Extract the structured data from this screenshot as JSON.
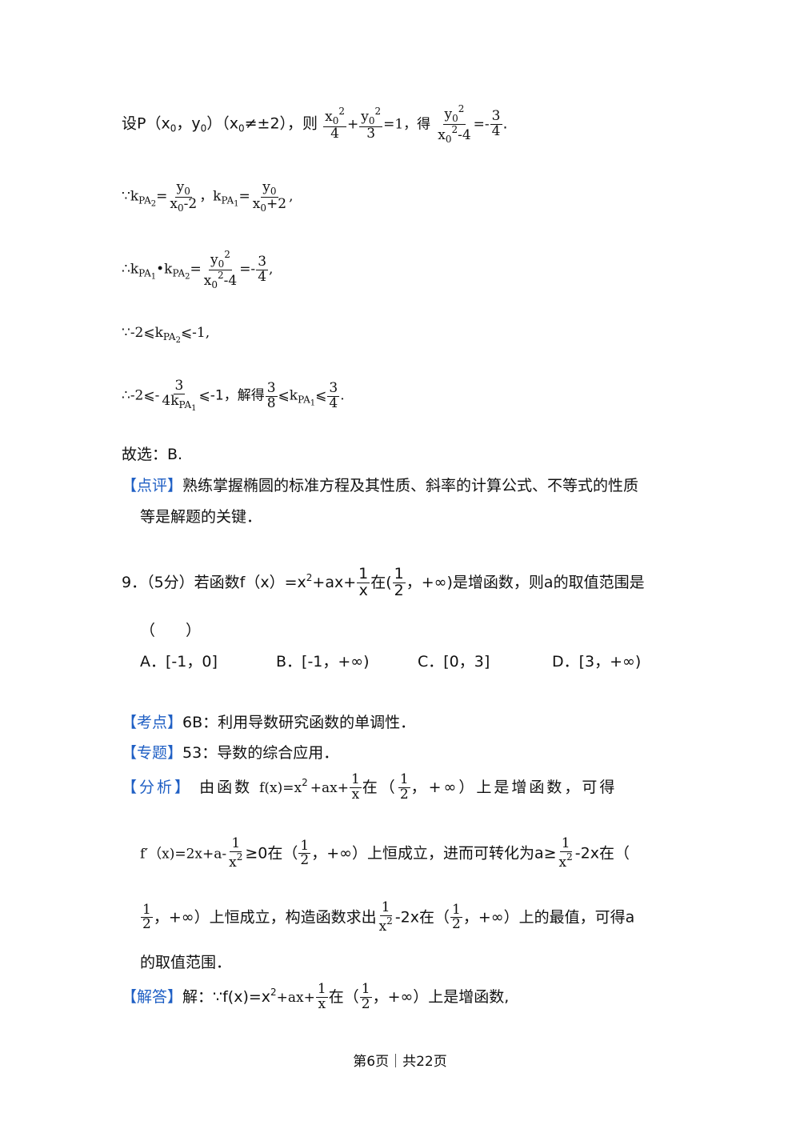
{
  "solution_cont": {
    "line1": {
      "lead": "设P（x",
      "s0": "0",
      "mid": "，y",
      "s1": "0",
      "tail": "）（x",
      "s2": "0",
      "cond": "≠±2），则",
      "f1n": "x",
      "f1d": "4",
      "plus": "+",
      "f2n": "y",
      "f2d": "3",
      "eq1": "=1，得",
      "f3n": "y",
      "f3d": "x",
      "f3dtail": "-4",
      "res": "=-",
      "rn": "3",
      "rd": "4",
      "end": "."
    },
    "line2": {
      "because": "∵k",
      "pa2": "PA",
      "s2": "2",
      "eq": "=",
      "n1": "y",
      "d1": "x",
      "d1t": "-2",
      "comma": "，k",
      "pa1": "PA",
      "s1": "1",
      "eq2": "=",
      "n2": "y",
      "d2": "x",
      "d2t": "+2",
      "end": ","
    },
    "line3": {
      "therefore": "∴k",
      "pa1": "PA",
      "s1": "1",
      "dot": "•k",
      "pa2": "PA",
      "s2": "2",
      "eq": "=",
      "n": "y",
      "d": "x",
      "dt": "-4",
      "res": "=-",
      "rn": "3",
      "rd": "4",
      "end": ","
    },
    "line4": {
      "text": "∵-2⩽k",
      "pa": "PA",
      "s": "2",
      "tail": "⩽-1,"
    },
    "line5": {
      "text": "∴-2⩽-",
      "fn": "3",
      "fd": "4k",
      "pa": "PA",
      "s": "1",
      "mid": "⩽-1，解得",
      "an": "3",
      "ad": "8",
      "lk": "⩽k",
      "pa1": "PA",
      "s1": "1",
      "le": "⩽",
      "bn": "3",
      "bd": "4",
      "end": "."
    },
    "choose": "故选：B.",
    "review_tag": "【点评】",
    "review_1": "熟练掌握椭圆的标准方程及其性质、斜率的计算公式、不等式的性质",
    "review_2": "等是解题的关键．"
  },
  "q9": {
    "stem_a": "9．（5分）若函数f（x）=x",
    "sq": "2",
    "stem_b": "+ax+",
    "fn": "1",
    "fd": "x",
    "stem_c": "在(",
    "hn": "1",
    "hd": "2",
    "stem_d": "，+∞)是增函数，则a的取值范围是",
    "paren": "（　　）",
    "options": [
      "A．[-1，0]",
      "B．[-1，+∞)",
      "C．[0，3]",
      "D．[3，+∞)"
    ]
  },
  "analysis": {
    "kaodian_tag": "【考点】",
    "kaodian": "6B：利用导数研究函数的单调性．",
    "zhuanti_tag": "【专题】",
    "zhuanti": "53：导数的综合应用．",
    "fenxi_tag": "【分析】",
    "fenxi_1a": "由函数",
    "fenxi_1f": "f(x)=x",
    "fenxi_1g": "+ax+",
    "fenxi_1h": "在（",
    "fenxi_1i": "，+∞）上是增函数，可得",
    "l2a": "f′（x)=2x+a-",
    "l2b": "≥0在（",
    "l2c": "，+∞）上恒成立，进而可转化为a≥",
    "l2d": "-2x在（",
    "l3a": "，+∞）上恒成立，构造函数求出",
    "l3b": "-2x在（",
    "l3c": "，+∞）上的最值，可得a",
    "l4": "的取值范围．",
    "jieda_tag": "【解答】",
    "jieda_a": "解：∵f(x)=x",
    "jieda_b": "+ax+",
    "jieda_c": "在（",
    "jieda_d": "，+∞）上是增函数,"
  },
  "footer": "第6页｜共22页"
}
